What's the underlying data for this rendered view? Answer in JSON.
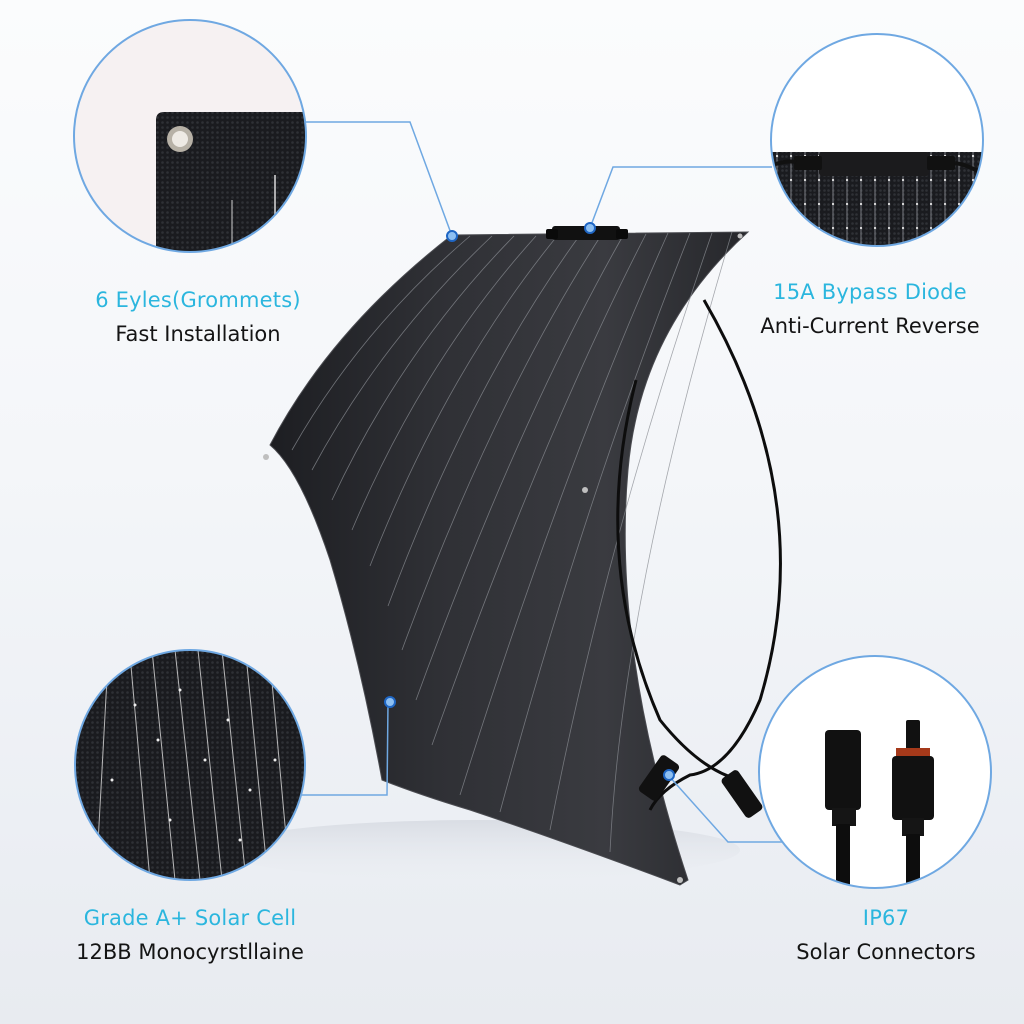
{
  "colors": {
    "accent": "#2bb6de",
    "callout_line": "#6fa8e2",
    "callout_dot_fill": "#8ec0f2",
    "callout_dot_border": "#1f66c4",
    "panel": "#2b2c30",
    "text": "#141414"
  },
  "callouts": [
    {
      "id": "grommets",
      "title": "6 Eyles(Grommets)",
      "subtitle": "Fast Installation",
      "icon": "grommet-closeup"
    },
    {
      "id": "diode",
      "title": "15A Bypass Diode",
      "subtitle": "Anti-Current Reverse",
      "icon": "junction-box-closeup"
    },
    {
      "id": "cell",
      "title": "Grade A+ Solar Cell",
      "subtitle": "12BB Monocyrstllaine",
      "icon": "solar-cell-closeup"
    },
    {
      "id": "connectors",
      "title": "IP67",
      "subtitle": "Solar Connectors",
      "icon": "mc4-connector-closeup"
    }
  ]
}
